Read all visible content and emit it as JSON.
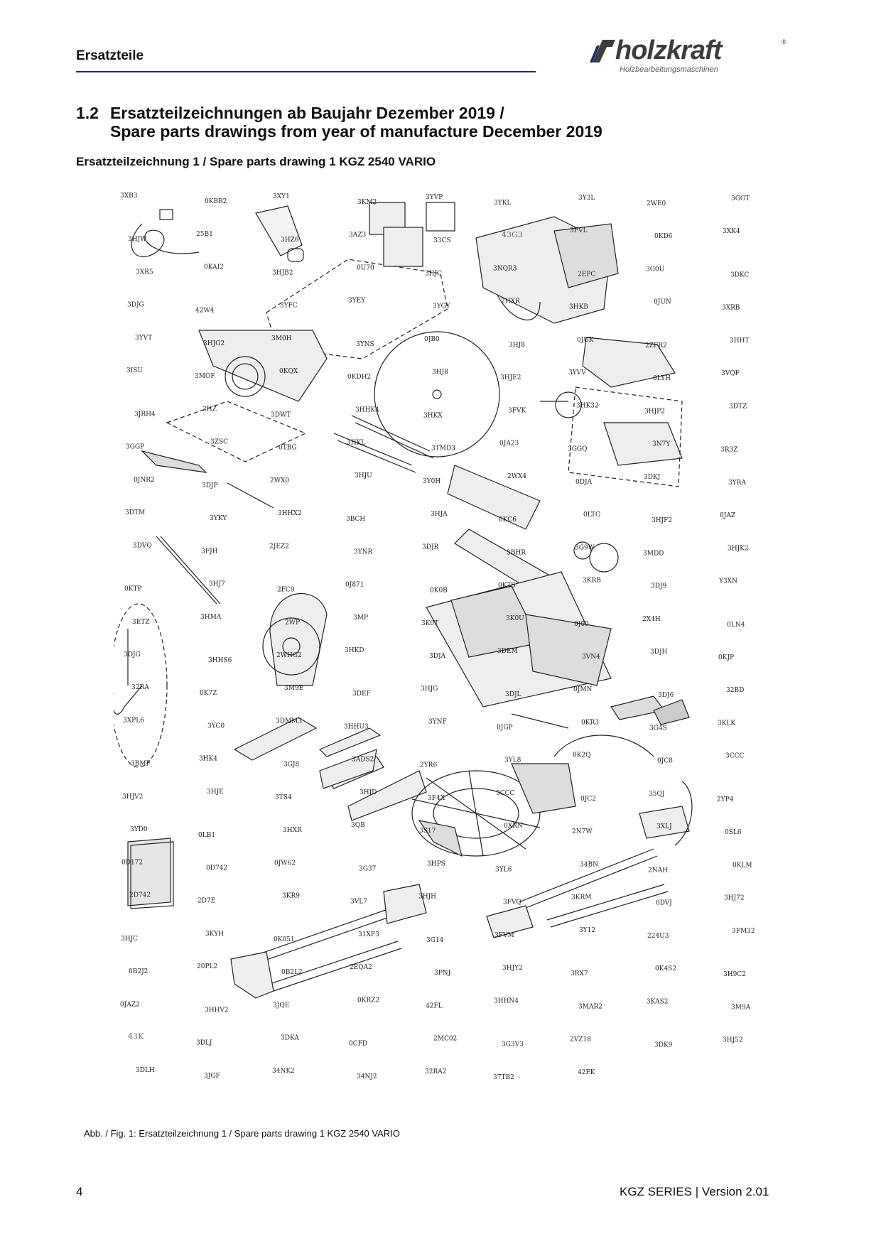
{
  "header": {
    "section_label": "Ersatzteile",
    "brand": "holzkraft",
    "brand_tagline": "Holzbearbeitungsmaschinen"
  },
  "section": {
    "number": "1.2",
    "title_line1": "Ersatzteilzeichnungen ab Baujahr Dezember 2019 /",
    "title_line2": "Spare parts drawings from year of manufacture December 2019"
  },
  "drawing_title": "Ersatzteilzeichnung 1 / Spare parts drawing 1 KGZ 2540 VARIO",
  "drawing_labels": [
    "3XB3",
    "0KBB2",
    "3XY1",
    "3KM2",
    "3YVP",
    "3YKL",
    "3Y3L",
    "2WE0",
    "3GGT",
    "3HJW",
    "25B1",
    "3HZ6",
    "3AZ3",
    "33CS",
    "43G3",
    "3FVL",
    "0KD6",
    "3XK4",
    "3XR5",
    "0KAI2",
    "3HJB2",
    "0U70",
    "3HJC",
    "3NQR3",
    "2EPC",
    "3G0U",
    "3DKC",
    "3DJG",
    "42W4",
    "3YFC",
    "3YEY",
    "3YGY",
    "2HXR",
    "3HKB",
    "0JUN",
    "3XRB",
    "3YVT",
    "3HJG2",
    "3M0H",
    "3YNS",
    "0JB0",
    "3HJ8",
    "0JUK",
    "2ZFR2",
    "3HHT",
    "3ISU",
    "3MOF",
    "0KQX",
    "0KDH2",
    "3HJ8",
    "3HJE2",
    "3YVV",
    "0LYH",
    "3VQF",
    "3JRH4",
    "3HZ",
    "3DWT",
    "3HHK4",
    "3HKX",
    "3FVK",
    "3HK32",
    "3HJP2",
    "3DTZ",
    "3GGP",
    "3ZSC",
    "0TBG",
    "3HKL",
    "3TMD3",
    "0JA23",
    "3GGQ",
    "3N7Y",
    "3R3Z",
    "0JNR2",
    "3DJP",
    "2WX0",
    "3HJU",
    "3Y0H",
    "2WX4",
    "0DJA",
    "3DKJ",
    "3YRA",
    "3DTM",
    "3YKY",
    "3HHX2",
    "3BCH",
    "3HJA",
    "0KC6",
    "0LTG",
    "3HJF2",
    "0JAZ",
    "3DVQ",
    "3FJH",
    "2JEZ2",
    "3YNR",
    "3DJR",
    "3BHR",
    "3G9W",
    "3MDD",
    "3HJK2",
    "0KTP",
    "3HJ7",
    "2FC9",
    "0J871",
    "0K0B",
    "0KTS",
    "3KRB",
    "3DJ9",
    "Y3XN",
    "3ETZ",
    "3HMA",
    "2WP",
    "3MP",
    "3K0T",
    "3K0U",
    "0J00",
    "2X4H",
    "0LN4",
    "3DJG",
    "3HHS6",
    "2WHG2",
    "3HKD",
    "3DJA",
    "3DEM",
    "3VN4",
    "3DJH",
    "0KJP",
    "32RA",
    "0K7Z",
    "3M9E",
    "3DEF",
    "3HJG",
    "3DJL",
    "0JMN",
    "3DJ6",
    "32BD",
    "3XPL6",
    "3YC0",
    "3DMM3",
    "3HHU3",
    "3YNF",
    "0JGP",
    "0KR3",
    "3G4S",
    "3KLK",
    "3BMF",
    "3HK4",
    "3GJ8",
    "3ADS2",
    "2YR6",
    "3YL8",
    "0K2Q",
    "0JC8",
    "3CCC",
    "3HJV2",
    "3HJE",
    "3TS4",
    "3HJD",
    "3F4X",
    "3CCC",
    "0JC2",
    "35QJ",
    "2YP4",
    "3YD0",
    "0LB1",
    "3HXR",
    "3QB",
    "3S17",
    "0XRN",
    "2N7W",
    "3XLJ",
    "0SL6",
    "0D172",
    "0D742",
    "0JW62",
    "3G37",
    "3HPS",
    "3YL6",
    "34BN",
    "2NAH",
    "0KLM",
    "2D742",
    "2D7E",
    "3KR9",
    "3VL7",
    "3HJH",
    "3FVQ",
    "3KRM",
    "0DVJ",
    "3HJ72",
    "3HJC",
    "3KYH",
    "0K051",
    "31XF3",
    "3G14",
    "3FVM",
    "3Y12",
    "224U3",
    "3FM32",
    "0B2J2",
    "20PL2",
    "0B2L2",
    "2EQA2",
    "3PNJ",
    "3HJY2",
    "3RX7",
    "0K4S2",
    "3H9C2",
    "0JAZ2",
    "3HHV2",
    "3JQE",
    "0KRZ2",
    "42FL",
    "3HHN4",
    "3MAR2",
    "3KAS2",
    "3M9A",
    "43K",
    "3DLJ",
    "3DKA",
    "0CFD",
    "2MC02",
    "3G3V3",
    "2VZ18",
    "3DK9",
    "3HJ52",
    "3DLH",
    "3JGF",
    "34NK2",
    "34NJ2",
    "32RA2",
    "37TB2",
    "42FK"
  ],
  "caption": "Abb. / Fig.  1: Ersatzteilzeichnung 1 / Spare parts drawing 1 KGZ 2540 VARIO",
  "footer": {
    "page_number": "4",
    "series": "KGZ SERIES | Version 2.01"
  }
}
